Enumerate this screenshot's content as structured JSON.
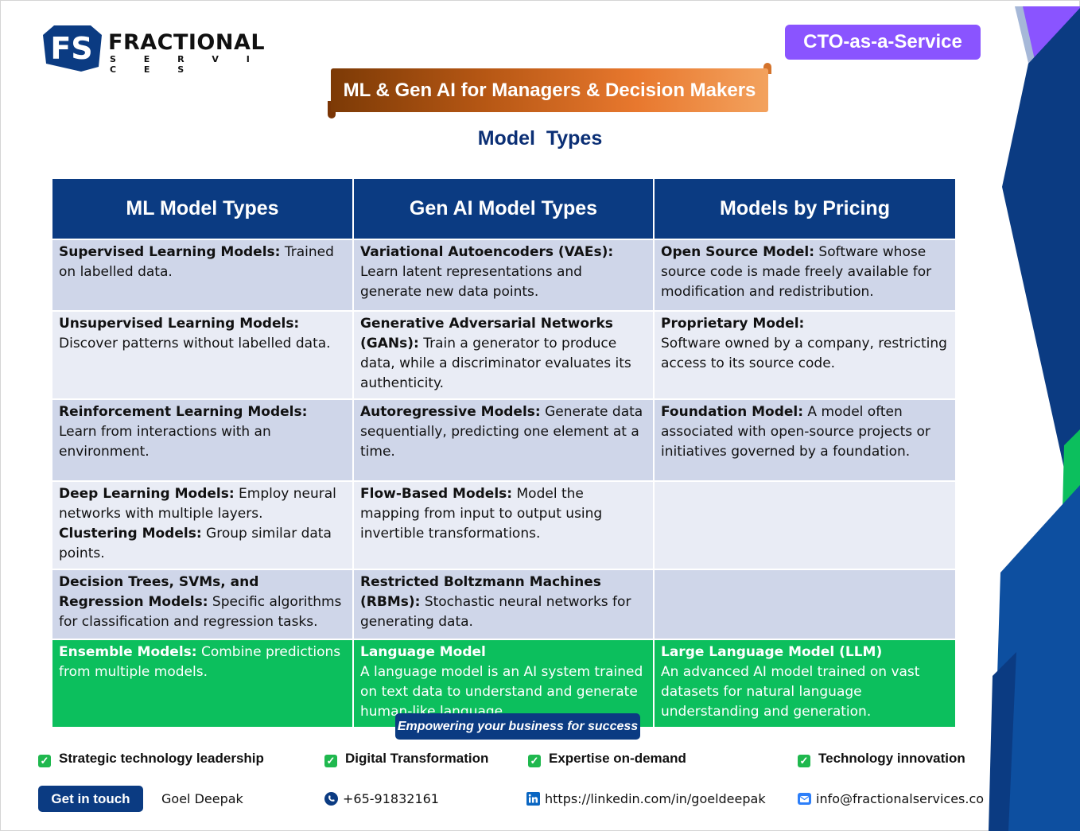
{
  "brand": {
    "logo_mark": "FS",
    "name": "FRACTIONAL",
    "tagline": "S E R V I C E S",
    "colors": {
      "navy": "#0b3b82",
      "purple": "#8a54ff",
      "green": "#0cbf5d",
      "orange": "#e8782e"
    }
  },
  "badge": "CTO-as-a-Service",
  "banner": "ML & Gen AI for Managers & Decision Makers",
  "subtitle": "Model  Types",
  "table": {
    "headers": [
      "ML Model Types",
      "Gen AI Model Types",
      "Models by Pricing"
    ],
    "rows": [
      [
        {
          "bold": "Supervised Learning Models:",
          "text": " Trained on labelled data."
        },
        {
          "bold": "Variational Autoencoders (VAEs):",
          "text": " Learn latent representations and generate new data points."
        },
        {
          "bold": "Open Source Model:",
          "text": " Software whose source code is made freely available for modification and redistribution."
        }
      ],
      [
        {
          "bold": "Unsupervised Learning Models:",
          "text": " Discover patterns without labelled data."
        },
        {
          "bold": "Generative Adversarial Networks (GANs):",
          "text": " Train a generator to produce data, while a discriminator evaluates its authenticity."
        },
        {
          "bold": "Proprietary Model:",
          "text": " Software owned by a company, restricting access to its source code."
        }
      ],
      [
        {
          "bold": "Reinforcement Learning Models:",
          "text": " Learn from interactions with an environment."
        },
        {
          "bold": "Autoregressive Models:",
          "text": " Generate data sequentially, predicting one element at a time."
        },
        {
          "bold": "Foundation Model:",
          "text": " A model often associated with open-source projects or initiatives governed by a foundation."
        }
      ],
      [
        {
          "bold": "Deep Learning Models:",
          "text": " Employ neural networks with multiple layers.",
          "bold2": "Clustering Models:",
          "text2": " Group similar data points."
        },
        {
          "bold": "Flow-Based Models:",
          "text": " Model the mapping from input to output using invertible transformations."
        },
        {
          "bold": "",
          "text": ""
        }
      ],
      [
        {
          "bold": "Decision Trees, SVMs, and Regression Models:",
          "text": " Specific algorithms for classification and regression tasks."
        },
        {
          "bold": "Restricted Boltzmann Machines (RBMs):",
          "text": " Stochastic neural networks for generating data."
        },
        {
          "bold": "",
          "text": ""
        }
      ],
      [
        {
          "bold": "Ensemble Models:",
          "text": " Combine predictions from multiple models."
        },
        {
          "bold": "Language Model",
          "text": "A language model is an AI system trained on text data to understand and generate human-like language."
        },
        {
          "bold": "Large Language Model (LLM)",
          "text": "An advanced AI model trained on vast datasets for natural language understanding and generation."
        }
      ]
    ]
  },
  "footer": {
    "tagline": "Empowering your business for success",
    "features": [
      "Strategic technology leadership",
      "Digital Transformation",
      "Expertise on-demand",
      "Technology innovation"
    ],
    "cta": "Get in touch",
    "name": "Goel Deepak",
    "phone": "+65-91832161",
    "linkedin": "https://linkedin.com/in/goeldeepak",
    "email": "info@fractionalservices.co",
    "icons": [
      "check-icon",
      "phone-icon",
      "linkedin-icon",
      "email-icon"
    ]
  }
}
